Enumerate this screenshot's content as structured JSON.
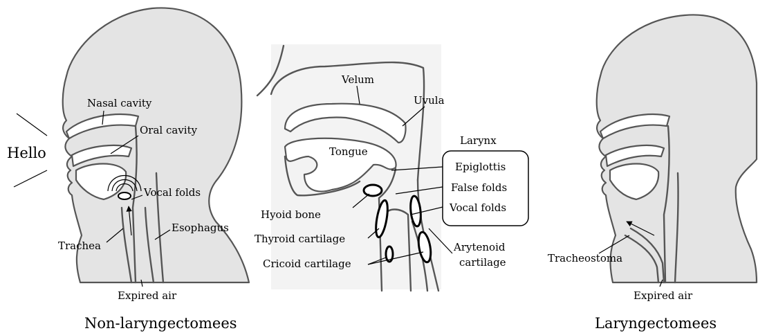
{
  "figure": {
    "left_panel": {
      "caption": "Non-laryngectomees",
      "utterance": "Hello",
      "labels": {
        "nasal_cavity": "Nasal cavity",
        "oral_cavity": "Oral cavity",
        "vocal_folds": "Vocal folds",
        "trachea": "Trachea",
        "esophagus": "Esophagus",
        "expired_air": "Expired air"
      }
    },
    "middle_panel": {
      "labels": {
        "velum": "Velum",
        "uvula": "Uvula",
        "tongue": "Tongue",
        "hyoid_bone": "Hyoid bone",
        "thyroid_cartilage": "Thyroid cartilage",
        "cricoid_cartilage": "Cricoid cartilage",
        "arytenoid_cartilage_line1": "Arytenoid",
        "arytenoid_cartilage_line2": "cartilage"
      },
      "larynx_box": {
        "title": "Larynx",
        "items": [
          "Epiglottis",
          "False folds",
          "Vocal folds"
        ]
      }
    },
    "right_panel": {
      "caption": "Laryngectomees",
      "labels": {
        "tracheostoma": "Tracheostoma",
        "expired_air": "Expired air"
      }
    }
  }
}
